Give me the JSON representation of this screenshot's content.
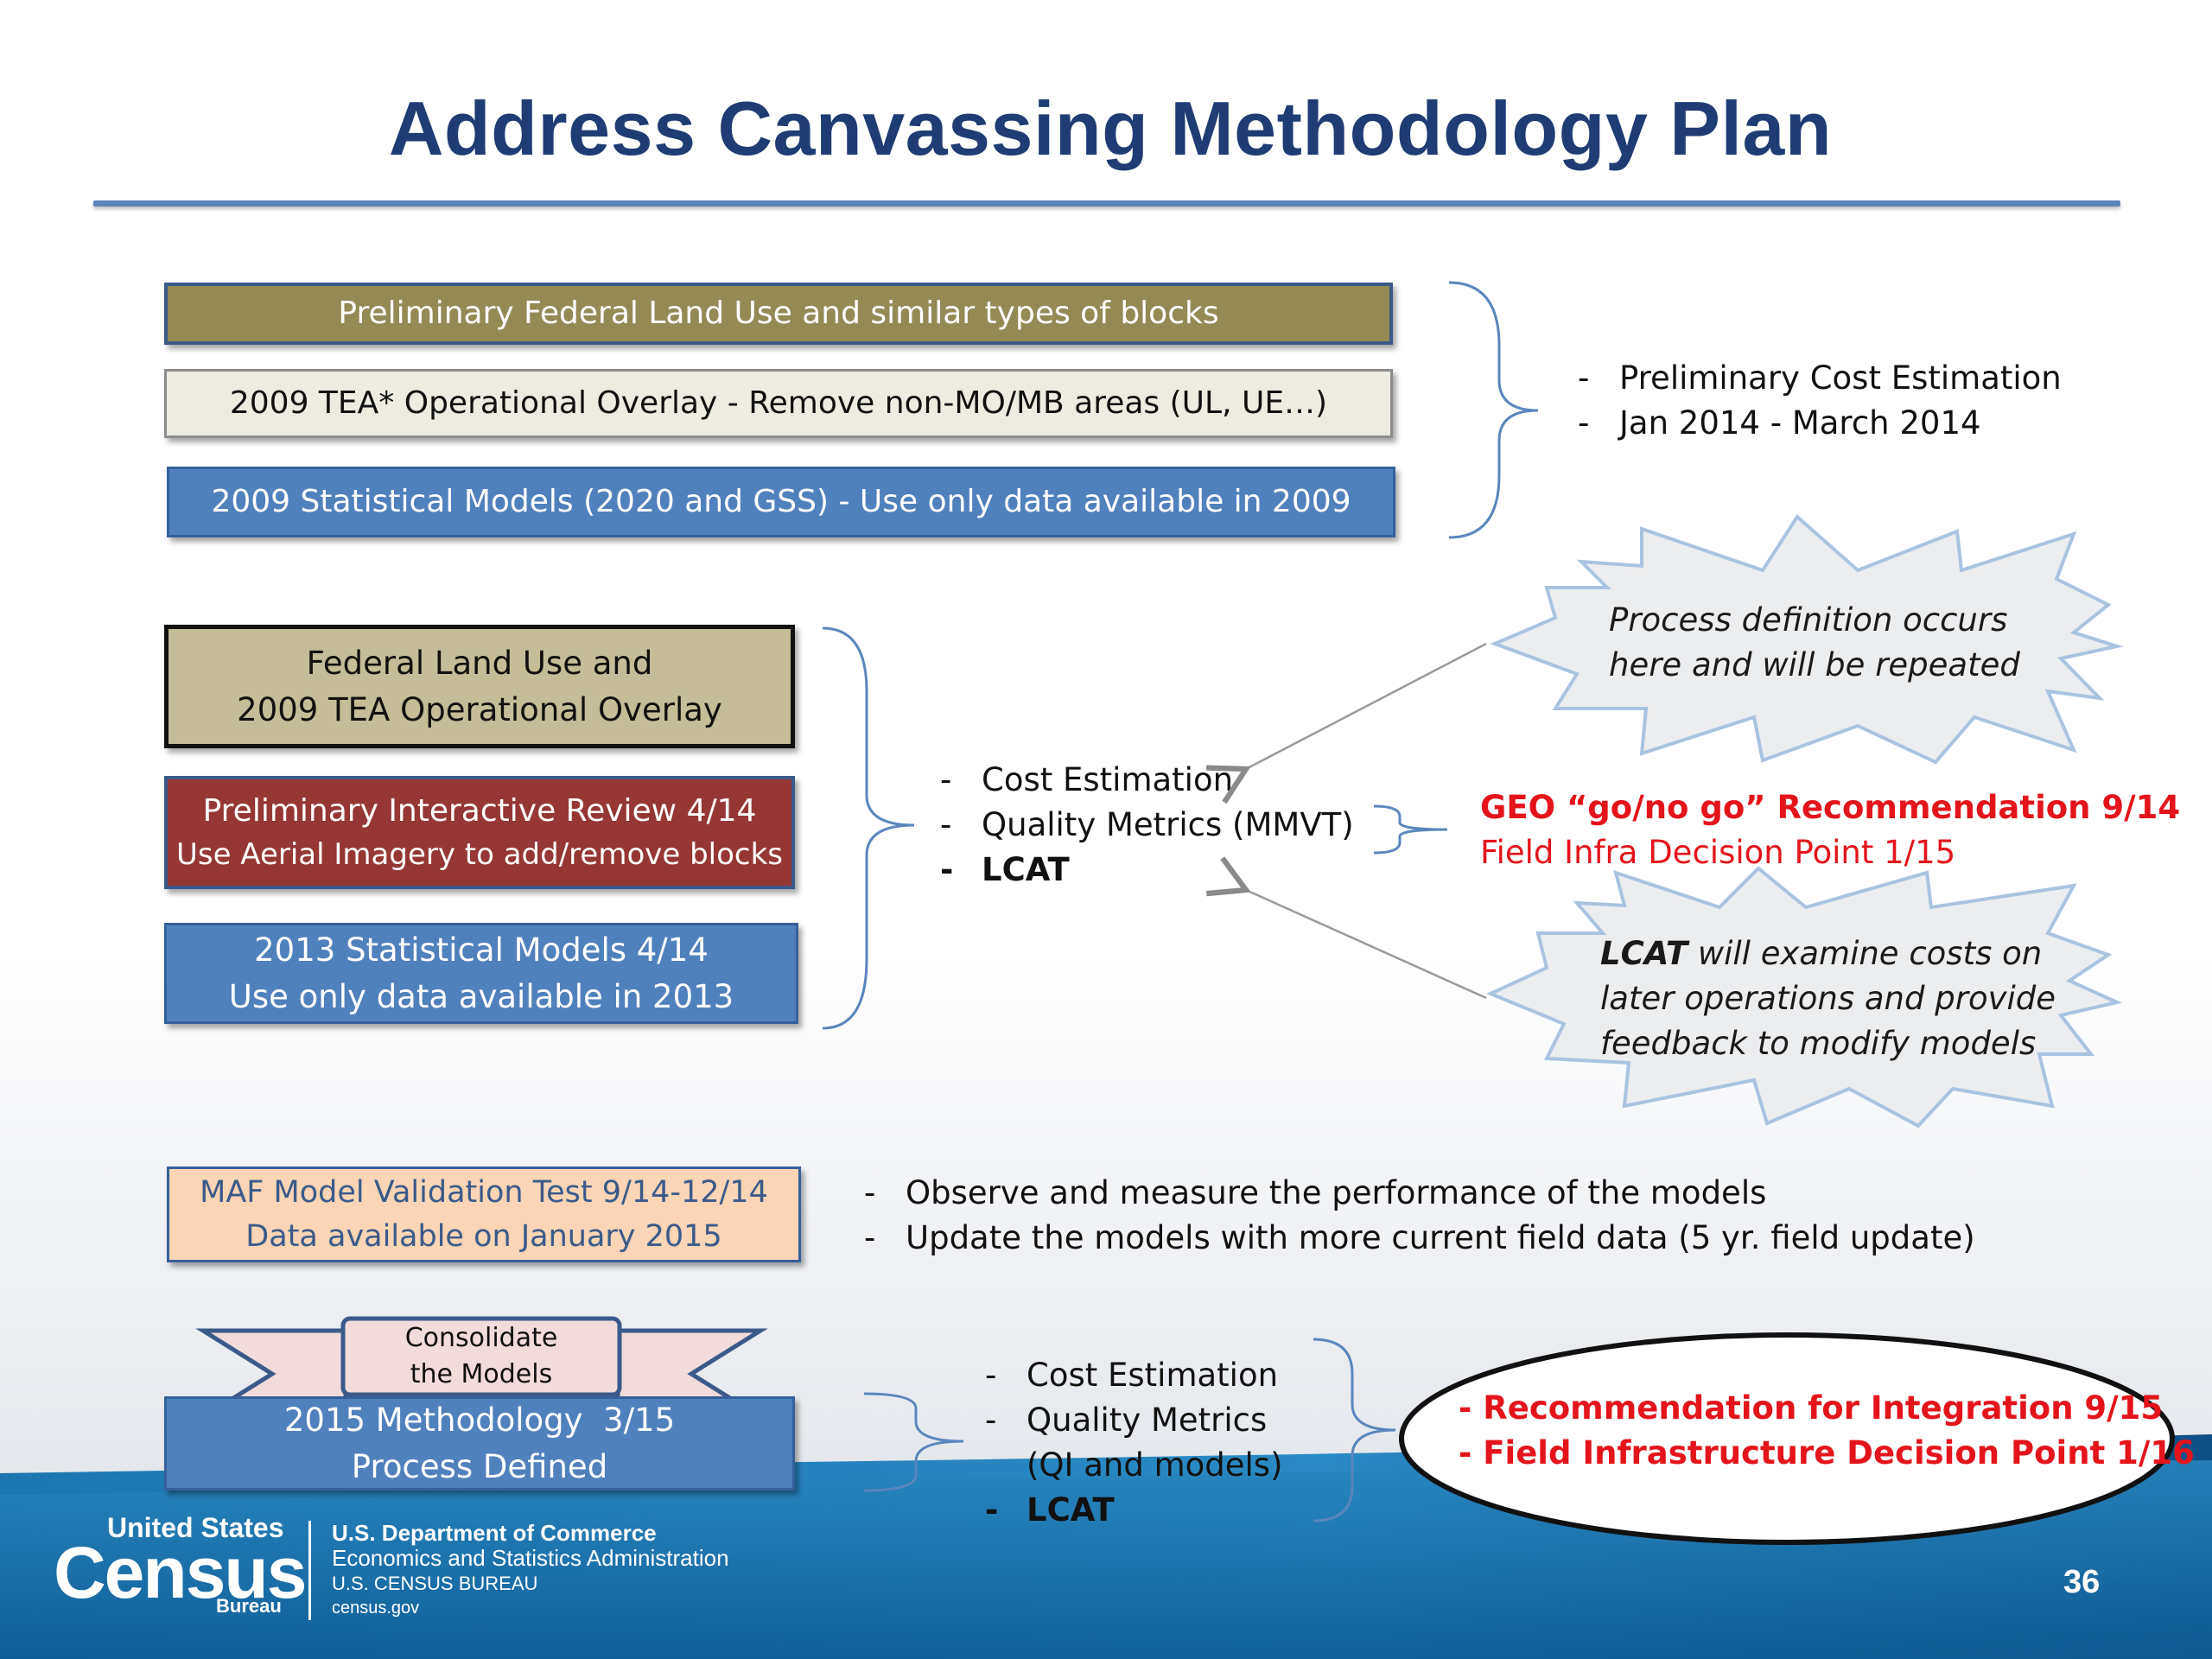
{
  "title": "Address Canvassing Methodology Plan",
  "section1": {
    "box1": "Preliminary Federal Land Use and similar types of blocks",
    "box2": "2009 TEA* Operational Overlay - Remove non-MO/MB areas (UL, UE…)",
    "box3": "2009 Statistical Models (2020 and GSS) - Use only data available in 2009",
    "bullets": [
      "Preliminary Cost Estimation",
      "Jan 2014 - March 2014"
    ]
  },
  "section2": {
    "box1": [
      "Federal Land Use and",
      "2009 TEA Operational Overlay"
    ],
    "box2": [
      "Preliminary Interactive Review 4/14",
      "Use Aerial Imagery to add/remove blocks"
    ],
    "box3": [
      "2013 Statistical Models 4/14",
      "Use only data available in 2013"
    ],
    "bullets": [
      "Cost Estimation",
      "Quality Metrics (MMVT)",
      "LCAT"
    ],
    "recommendation": "GEO “go/no go” Recommendation 9/14",
    "decision": "Field Infra Decision Point 1/15",
    "burst1": [
      "Process definition occurs",
      "here and will be repeated"
    ],
    "burst2_bold": "LCAT",
    "burst2": [
      " will examine costs on",
      "later operations and provide",
      "feedback to modify models"
    ]
  },
  "section3": {
    "box": [
      "MAF Model Validation Test 9/14-12/14",
      "Data available on January 2015"
    ],
    "bullets": [
      "Observe and measure the performance of the models",
      "Update the models with more current field data (5 yr. field update)"
    ]
  },
  "section4": {
    "banner": [
      "Consolidate",
      "the Models"
    ],
    "box": [
      "2015 Methodology  3/15",
      "Process Defined"
    ],
    "bullets": [
      "Cost Estimation",
      "Quality Metrics",
      "(QI and models)",
      "LCAT"
    ],
    "oval": [
      "- Recommendation for Integration 9/15",
      "- Field Infrastructure Decision Point 1/16"
    ]
  },
  "footer": {
    "logo_top": "United States",
    "logo_main": "Census",
    "logo_bottom": "Bureau",
    "agency_lines": [
      "U.S. Department of Commerce",
      "Economics and Statistics Administration",
      "U.S. CENSUS BUREAU",
      "census.gov"
    ],
    "page_number": "36"
  },
  "colors": {
    "title": "#1f3c74",
    "olive": "#948a54",
    "cream": "#eeece1",
    "blue_box": "#4f81bd",
    "tan": "#c4bd97",
    "dark_red": "#953735",
    "peach": "#fbd5b5",
    "red_text": "#e4141b",
    "footer_blue": "#1b6ea6"
  }
}
